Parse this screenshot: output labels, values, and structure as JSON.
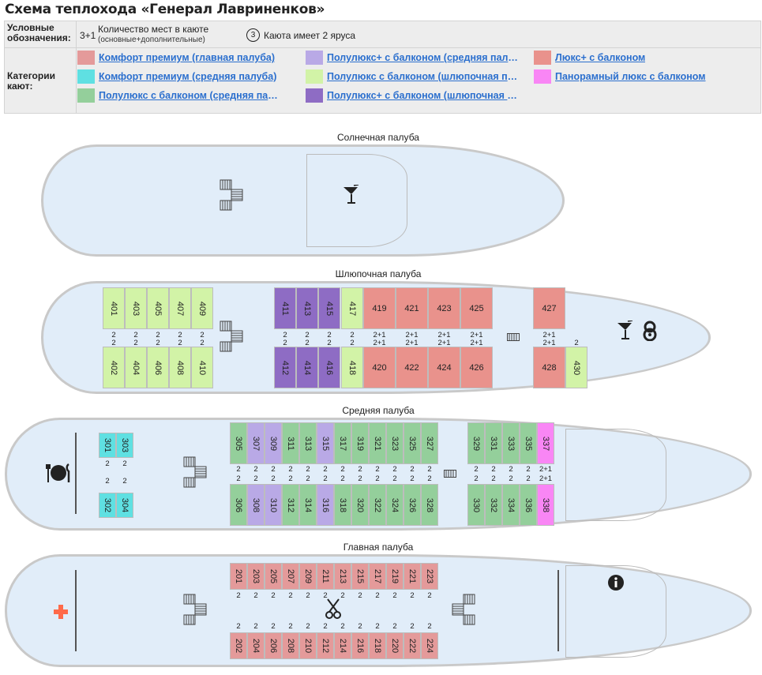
{
  "title": "Схема теплохода «Генерал Лавриненков»",
  "legend": {
    "legend_head": "Условные обозначения:",
    "seat_code": "3+1",
    "seat_desc": "Количество мест в каюте",
    "seat_desc_sub": "(основные+дополнительные)",
    "tier_num": "3",
    "tier_desc": "Каюта имеет 2 яруса",
    "categories_head": "Категории кают:"
  },
  "categories": [
    {
      "label": "Комфорт премиум (главная палуба)",
      "color": "#e49a9a"
    },
    {
      "label": "Комфорт премиум (средняя палуба)",
      "color": "#5fe0e2"
    },
    {
      "label": "Полулюкс с балконом (средняя палуба)",
      "color": "#94cf9b"
    },
    {
      "label": "Полулюкс+ с балконом (средняя палу…",
      "color": "#b9a9e6"
    },
    {
      "label": "Полулюкс с балконом (шлюпочная па…",
      "color": "#d2f3a7"
    },
    {
      "label": "Полулюкс+ с балконом (шлюпочная п…",
      "color": "#8e6cc4"
    },
    {
      "label": "Люкс+ с балконом",
      "color": "#e9928c"
    },
    {
      "label": "Панорамный люкс с балконом",
      "color": "#f986f5"
    }
  ],
  "decks": {
    "sun": "Солнечная палуба",
    "boat": "Шлюпочная палуба",
    "middle": "Средняя палуба",
    "main": "Главная палуба"
  },
  "icons": {
    "bar": "cocktail-icon",
    "lifebuoy": "lifebuoy-icon",
    "restaurant": "restaurant-icon",
    "medical": "medical-cross-icon",
    "barber": "scissors-icon",
    "info": "info-icon",
    "stairs": "stairs-icon"
  },
  "boat_cabins": {
    "top": [
      "401",
      "403",
      "405",
      "407",
      "409",
      "411",
      "413",
      "415",
      "417",
      "419",
      "421",
      "423",
      "425",
      "427"
    ],
    "top_seats": [
      "2",
      "2",
      "2",
      "2",
      "2",
      "2",
      "2",
      "2",
      "2",
      "2+1",
      "2+1",
      "2+1",
      "2+1",
      "2+1"
    ],
    "bottom": [
      "402",
      "404",
      "406",
      "408",
      "410",
      "412",
      "414",
      "416",
      "418",
      "420",
      "422",
      "424",
      "426",
      "428",
      "430"
    ],
    "bottom_seats": [
      "2",
      "2",
      "2",
      "2",
      "2",
      "2",
      "2",
      "2",
      "2",
      "2+1",
      "2+1",
      "2+1",
      "2+1",
      "2+1",
      "2"
    ]
  },
  "middle_cabins": {
    "bow": [
      "303",
      "301",
      "302",
      "304"
    ],
    "bow_seats": [
      "2",
      "2",
      "2",
      "2"
    ],
    "top": [
      "305",
      "307",
      "309",
      "311",
      "313",
      "315",
      "317",
      "319",
      "321",
      "323",
      "325",
      "327",
      "329",
      "331",
      "333",
      "335",
      "337"
    ],
    "top_seats": [
      "2",
      "2",
      "2",
      "2",
      "2",
      "2",
      "2",
      "2",
      "2",
      "2",
      "2",
      "2",
      "2",
      "2",
      "2",
      "2",
      "2+1"
    ],
    "bottom": [
      "306",
      "308",
      "310",
      "312",
      "314",
      "316",
      "318",
      "320",
      "322",
      "324",
      "326",
      "328",
      "330",
      "332",
      "334",
      "336",
      "338"
    ],
    "bottom_seats": [
      "2",
      "2",
      "2",
      "2",
      "2",
      "2",
      "2",
      "2",
      "2",
      "2",
      "2",
      "2",
      "2",
      "2",
      "2",
      "2",
      "2+1"
    ]
  },
  "main_cabins": {
    "top": [
      "201",
      "203",
      "205",
      "207",
      "209",
      "211",
      "213",
      "215",
      "217",
      "219",
      "221",
      "223"
    ],
    "top_seats": [
      "2",
      "2",
      "2",
      "2",
      "2",
      "2",
      "2",
      "2",
      "2",
      "2",
      "2",
      "2"
    ],
    "bottom": [
      "202",
      "204",
      "206",
      "208",
      "210",
      "212",
      "214",
      "216",
      "218",
      "220",
      "222",
      "224"
    ],
    "bottom_seats": [
      "2",
      "2",
      "2",
      "2",
      "2",
      "2",
      "2",
      "2",
      "2",
      "2",
      "2",
      "2"
    ]
  }
}
